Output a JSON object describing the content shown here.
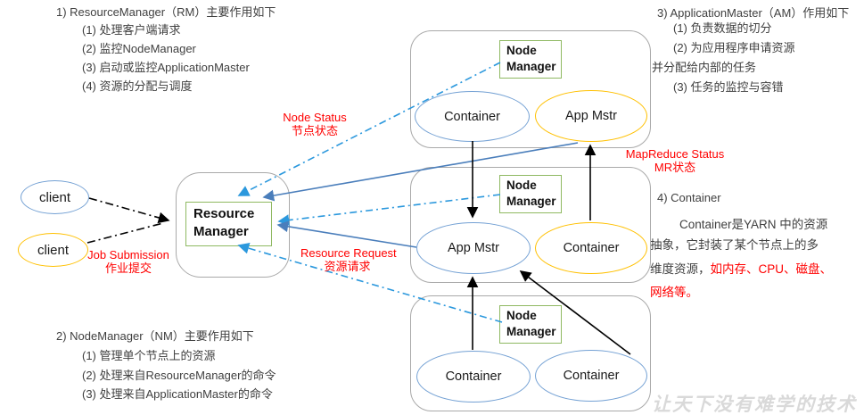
{
  "blocks": {
    "rm": {
      "heading": "1) ResourceManager（RM）主要作用如下",
      "items": [
        "(1) 处理客户端请求",
        "(2) 监控NodeManager",
        "(3) 启动或监控ApplicationMaster",
        "(4) 资源的分配与调度"
      ]
    },
    "nm": {
      "heading": "2) NodeManager（NM）主要作用如下",
      "items": [
        "(1) 管理单个节点上的资源",
        "(2) 处理来自ResourceManager的命令",
        "(3) 处理来自ApplicationMaster的命令"
      ]
    },
    "am": {
      "heading": "3) ApplicationMaster（AM）作用如下",
      "items": [
        "(1) 负责数据的切分",
        "(2) 为应用程序申请资源",
        "并分配给内部的任务",
        "(3) 任务的监控与容错"
      ]
    },
    "container": {
      "heading": "4) Container",
      "line1": "Container是YARN 中的资源",
      "line2": "抽象，它封装了某个节点上的多",
      "line3_gray": "维度资源，",
      "line3_red": "如内存、CPU、磁盘、",
      "line4_red": "网络等。"
    }
  },
  "labels": {
    "job_submission": {
      "en": "Job Submission",
      "zh": "作业提交"
    },
    "node_status": {
      "en": "Node Status",
      "zh": "节点状态"
    },
    "resource_request": {
      "en": "Resource Request",
      "zh": "资源请求"
    },
    "mapreduce_status": {
      "en": "MapReduce Status",
      "zh": "MR状态"
    }
  },
  "entities": {
    "client1": "client",
    "client2": "client",
    "resource_manager": "Resource\nManager",
    "node1": {
      "nm": "Node\nManager",
      "left": "Container",
      "right": "App Mstr"
    },
    "node2": {
      "nm": "Node\nManager",
      "left": "App Mstr",
      "right": "Container"
    },
    "node3": {
      "nm": "Node\nManager",
      "left": "Container",
      "right": "Container"
    }
  },
  "watermark": "让天下没有难学的技术",
  "colors": {
    "accent_red": "#ff0000",
    "arrow_blue_solid": "#4a7ebb",
    "arrow_blue_dashdot": "#2b98dd",
    "ellipse_blue": "#74a1d4",
    "ellipse_yellow": "#ffc000",
    "box_green": "#8fb962",
    "box_gray": "#a9a9a9",
    "watermark_gray": "#d9d9d9"
  }
}
